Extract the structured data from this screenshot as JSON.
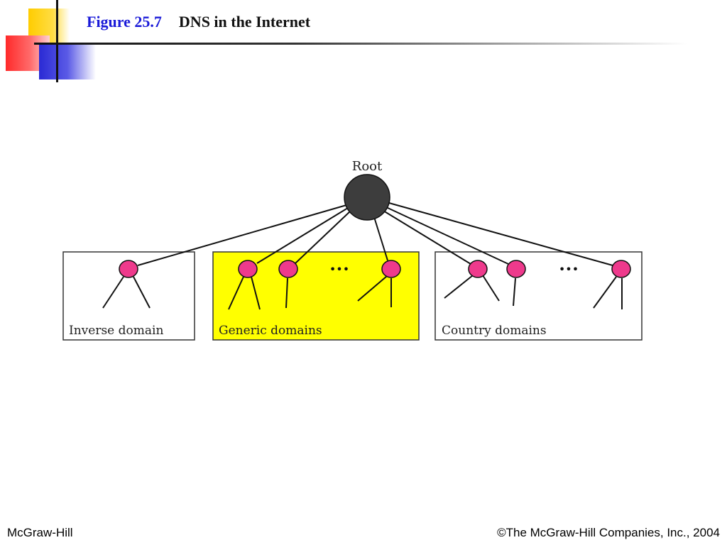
{
  "slide": {
    "figure_number": "Figure 25.7",
    "figure_title": "DNS in the Internet"
  },
  "diagram": {
    "root_label": "Root",
    "ellipsis": "•••",
    "sections": [
      {
        "label": "Inverse domain",
        "highlight": false
      },
      {
        "label": "Generic domains",
        "highlight": true,
        "color": "#ffff00"
      },
      {
        "label": "Country domains",
        "highlight": false
      }
    ],
    "colors": {
      "root_fill": "#3d3d3d",
      "node_fill": "#ee3a8c",
      "highlight": "#ffff00"
    }
  },
  "footer": {
    "publisher": "McGraw-Hill",
    "copyright": "©The McGraw-Hill Companies, Inc., 2004"
  }
}
